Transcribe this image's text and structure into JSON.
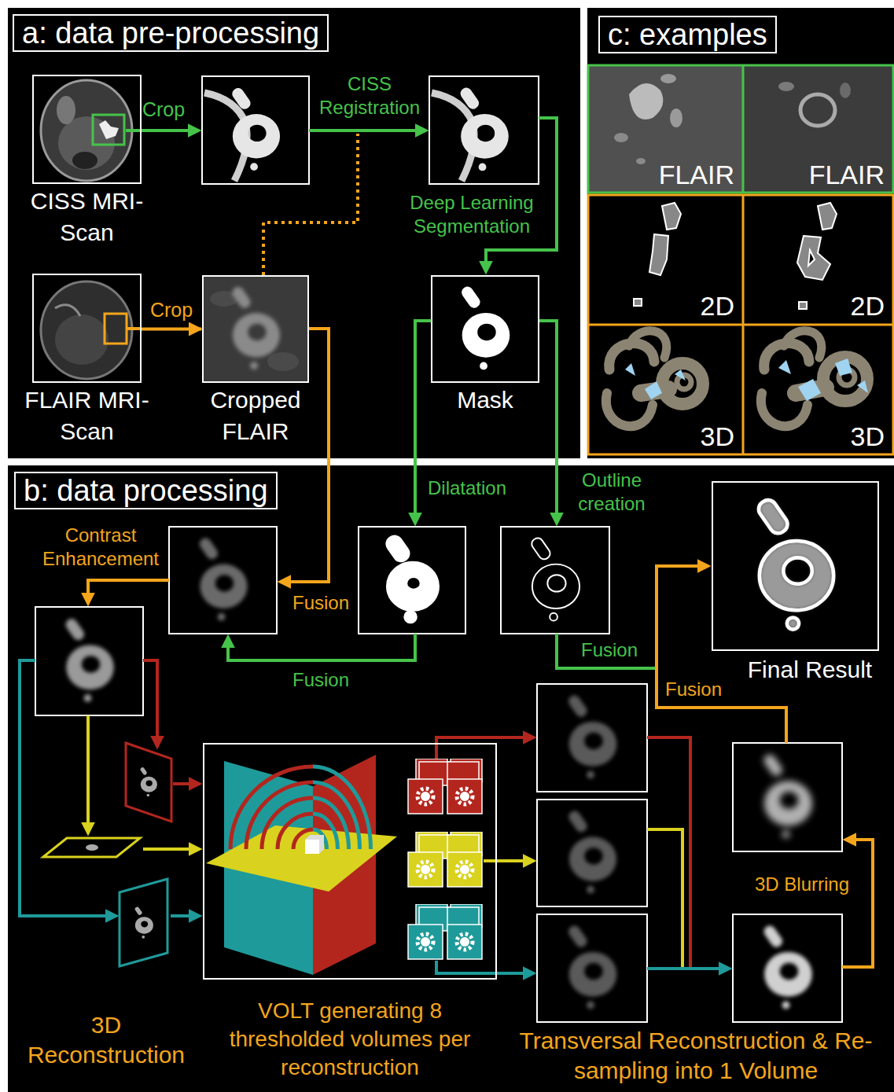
{
  "diagram": {
    "nodes": [
      {
        "text": [
          "a: data pre-processing"
        ]
      },
      {
        "text": [
          "CISS MRI-Scan"
        ],
        "in": 0
      },
      {
        "text": [
          "FLAIR MRI-Scan"
        ],
        "in": 0
      },
      {
        "text": [
          "Cropped FLAIR"
        ],
        "in": 0
      },
      {
        "text": [
          "Mask"
        ],
        "in": 0
      },
      {
        "text": [
          "c: examples"
        ]
      },
      {
        "text": [
          "FLAIR"
        ],
        "in": 5
      },
      {
        "text": [
          "FLAIR"
        ],
        "in": 5
      },
      {
        "text": [
          "2D"
        ],
        "in": 5
      },
      {
        "text": [
          "2D"
        ],
        "in": 5
      },
      {
        "text": [
          "3D"
        ],
        "in": 5
      },
      {
        "text": [
          "3D"
        ],
        "in": 5
      },
      {
        "text": [
          "b: data processing"
        ]
      },
      {
        "text": [
          "Final Result"
        ],
        "in": 12
      },
      {
        "text": [
          "VOLT generating 8 thresholded volumes per reconstruction"
        ],
        "in": 12
      }
    ],
    "edges": [
      {
        "from": 2,
        "to": 3,
        "label": "Crop",
        "arrow": "to"
      }
    ],
    "labels": [
      "Crop",
      "CISS Registration",
      "Deep Learning Segmentation",
      "Contrast Enhancement",
      "Fusion",
      "Dilatation",
      "Outline creation",
      "Fusion",
      "Fusion",
      "Fusion",
      "3D Blurring",
      "3D Reconstruction",
      "Transversal Reconstruction & Re-sampling into 1 Volume"
    ]
  }
}
